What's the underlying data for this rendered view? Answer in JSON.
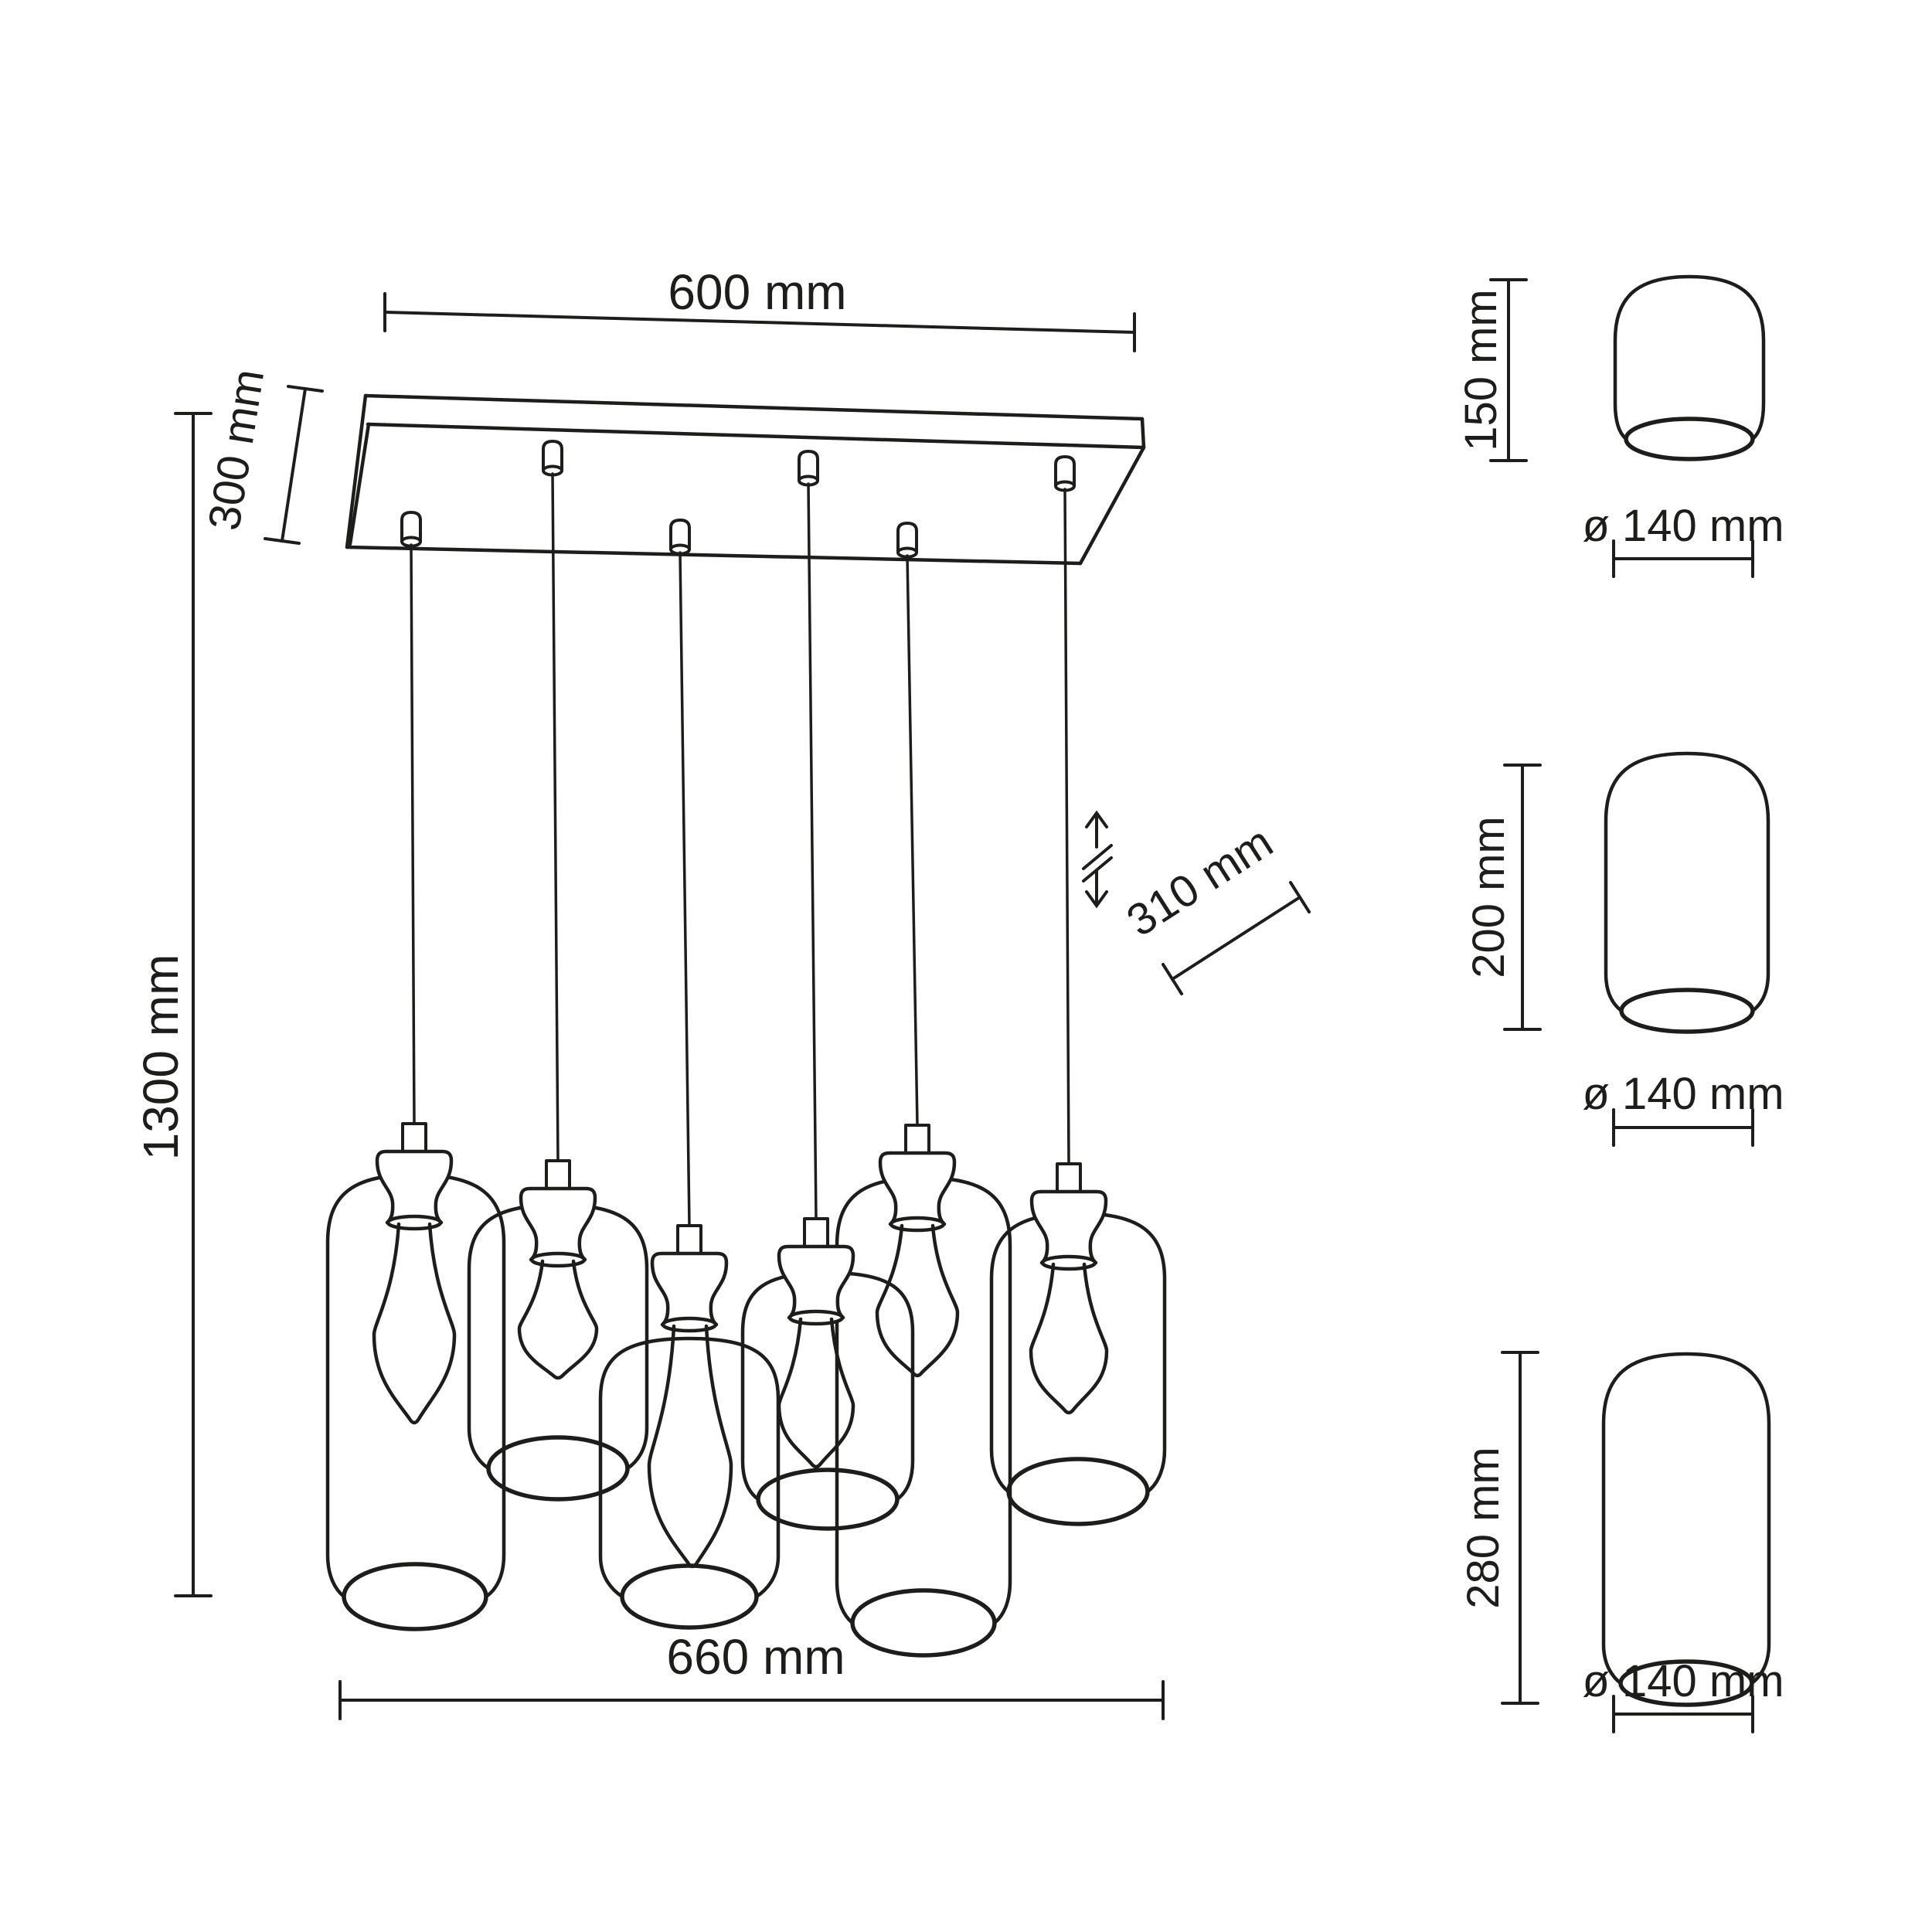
{
  "drawing": {
    "type": "technical-dimension-drawing",
    "subject": "six-light pendant lamp with glass shades and filament bulbs",
    "main_view": {
      "pendant_count": 6,
      "labels": {
        "canopy_width": "600 mm",
        "canopy_depth": "300 mm",
        "overall_height": "1300 mm",
        "cluster_width": "660 mm",
        "cord_length": "310 mm"
      },
      "icons": {
        "height_adjustable": "double-arrow-vertical"
      }
    },
    "shade_details": [
      {
        "height": "150 mm",
        "diameter": "ø 140 mm"
      },
      {
        "height": "200 mm",
        "diameter": "ø 140 mm"
      },
      {
        "height": "280 mm",
        "diameter": "ø 140 mm"
      }
    ],
    "colors": {
      "line": "#1d1d1b",
      "background": "#ffffff"
    }
  }
}
